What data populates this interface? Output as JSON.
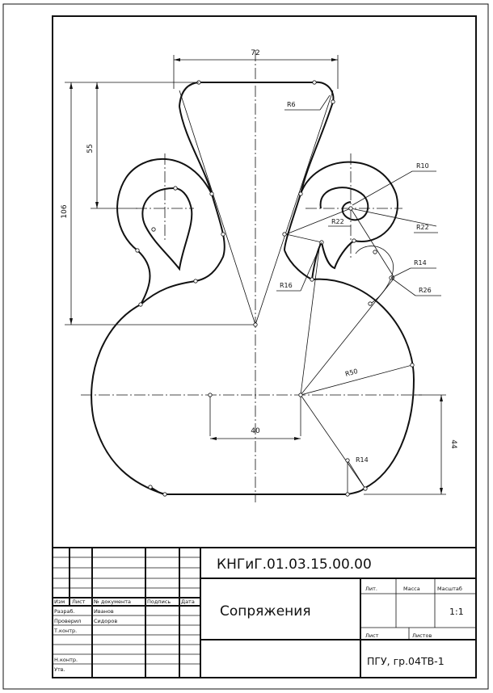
{
  "drawing": {
    "dims": {
      "top_width": "72",
      "height_upper": "55",
      "height_total": "106",
      "bottom_offset": "40",
      "center_height": "44"
    },
    "radii": {
      "r6": "R6",
      "r10": "R10",
      "r22_outer": "R22",
      "r22_inner": "R22",
      "r14_upper": "R14",
      "r26": "R26",
      "r16": "R16",
      "r50": "R50",
      "r14_lower": "R14"
    }
  },
  "title_block": {
    "designation": "КНГиГ.01.03.15.00.00",
    "title": "Сопряжения",
    "organization": "ПГУ, гр.04ТВ-1",
    "scale": "1:1",
    "headers": {
      "izm": "Изм",
      "list": "Лист",
      "doc_no": "№ документа",
      "signature": "Подпись",
      "date": "Дата",
      "lit": "Лит.",
      "mass": "Масса",
      "scale": "Масштаб",
      "sheet": "Лист",
      "sheets": "Листов"
    },
    "rows": {
      "razrab": "Разраб.",
      "razrab_name": "Иванов",
      "prover": "Проверил",
      "prover_name": "Сидоров",
      "tkontr": "Т.контр.",
      "nkontr": "Н.контр.",
      "utv": "Утв."
    }
  }
}
